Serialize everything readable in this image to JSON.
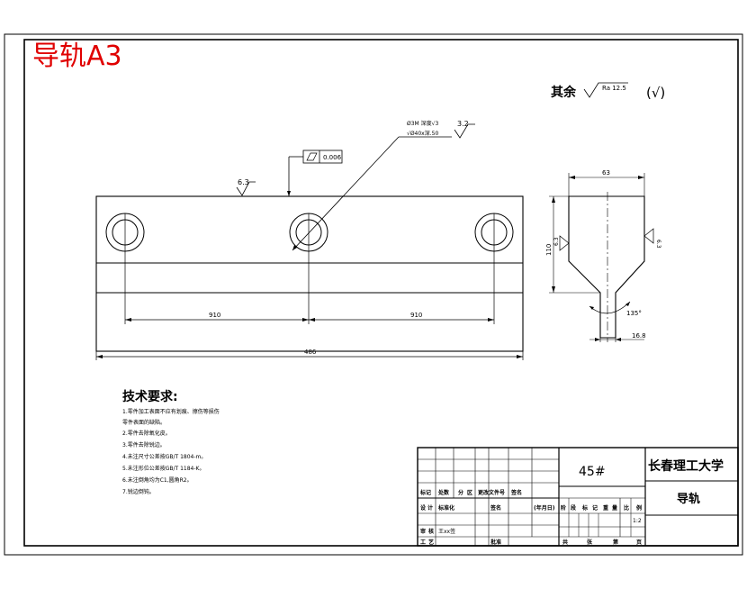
{
  "stamp": "导轨A3",
  "roughness_note": {
    "prefix": "其余",
    "symbol_value": "Ra 12.5",
    "suffix": "(√)"
  },
  "annotations": {
    "hole_spec_line1": "Ø3M 深度√3",
    "hole_spec_line2": "√Ø40x深.50",
    "roughness_top": "3.2",
    "roughness_left": "6.3",
    "flatness_value": "0.006",
    "roughness_side_left": "6.3",
    "roughness_side_right": "6.3"
  },
  "dimensions": {
    "pitch_left": "910",
    "pitch_right": "910",
    "overall_length": "486",
    "side_width": "63",
    "side_height": "110",
    "angle": "135°",
    "tongue_width": "16.8"
  },
  "tech_requirements": {
    "title": "技术要求:",
    "items": [
      "1.零件加工表面不应有划痕、擦伤等损伤",
      "零件表面的缺陷。",
      "2.零件去除氧化皮。",
      "3.零件去除锐边。",
      "4.未注尺寸公差按GB/T 1804-m。",
      "5.未注形位公差按GB/T 1184-K。",
      "6.未注倒角均为C1,圆角R2。",
      "7.锐边倒钝。"
    ]
  },
  "title_block": {
    "material": "45#",
    "school": "长春理工大学",
    "part_name": "导轨",
    "row_labels_1": [
      "标记",
      "处数",
      "分",
      "区",
      "更改文件号",
      "签名"
    ],
    "row_labels_2": [
      "设",
      "计",
      "标准化",
      "签名",
      "(年月日)"
    ],
    "stage_labels": [
      "阶",
      "段",
      "标",
      "记",
      "重",
      "量",
      "比",
      "例"
    ],
    "scale": "1:2",
    "review": [
      "审",
      "核"
    ],
    "process": [
      "工",
      "艺"
    ],
    "approve": "批准",
    "sheet_labels": [
      "共",
      "张",
      "第",
      "页"
    ],
    "designer_name": "王xx签"
  }
}
